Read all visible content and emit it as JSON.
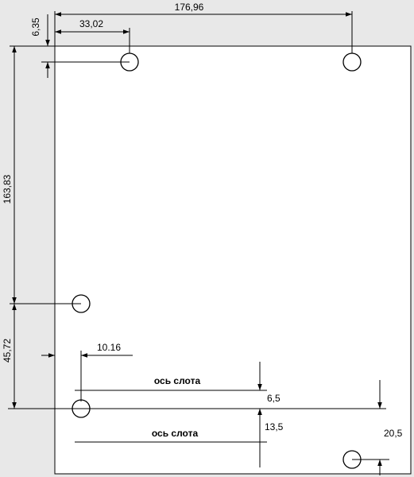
{
  "dimensions": {
    "width_total": "176,96",
    "width_first_hole": "33,02",
    "top_offset": "6,35",
    "vertical_upper": "163,83",
    "vertical_lower": "45,72",
    "left_offset": "10.16",
    "slot_upper_gap": "6,5",
    "slot_lower_gap": "13,5",
    "right_bottom": "20,5"
  },
  "labels": {
    "slot_axis_upper": "ось слота",
    "slot_axis_lower": "ось слота"
  },
  "colors": {
    "background": "#e8e8e8",
    "plate": "#ffffff",
    "line": "#000000"
  }
}
